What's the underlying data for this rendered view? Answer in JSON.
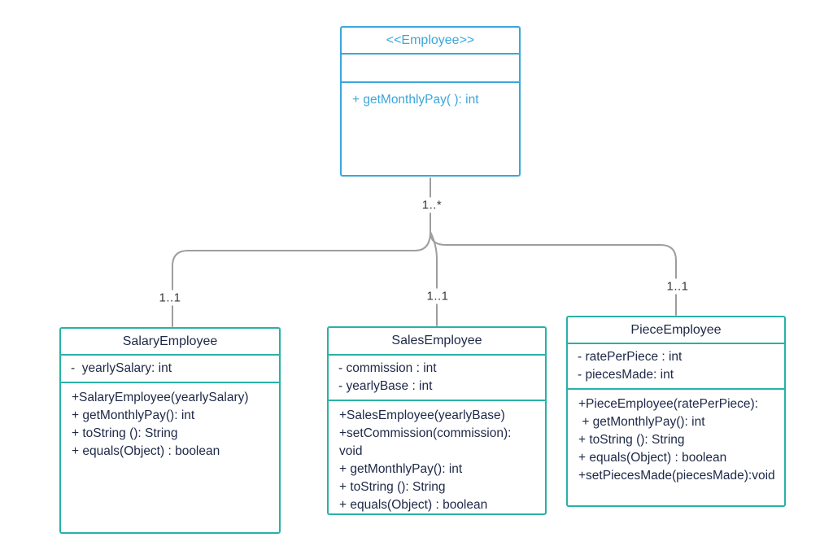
{
  "diagram": {
    "parent_class": {
      "name": "<<Employee>>",
      "attributes": [],
      "methods": [
        "+ getMonthlyPay( ): int"
      ]
    },
    "child_classes": [
      {
        "name": "SalaryEmployee",
        "attributes": [
          "-  yearlySalary: int"
        ],
        "methods": [
          "+SalaryEmployee(yearlySalary)",
          "+ getMonthlyPay(): int",
          "+ toString (): String",
          "+ equals(Object) : boolean"
        ]
      },
      {
        "name": "SalesEmployee",
        "attributes": [
          "- commission : int",
          "- yearlyBase : int"
        ],
        "methods": [
          "+SalesEmployee(yearlyBase)",
          "+setCommission(commission): void",
          "+ getMonthlyPay(): int",
          "+ toString (): String",
          "+ equals(Object) : boolean"
        ]
      },
      {
        "name": "PieceEmployee",
        "attributes": [
          "- ratePerPiece : int",
          "- piecesMade: int"
        ],
        "methods": [
          "+PieceEmployee(ratePerPiece):",
          " + getMonthlyPay(): int",
          "+ toString (): String",
          "+ equals(Object) : boolean",
          "+setPiecesMade(piecesMade):void"
        ]
      }
    ],
    "multiplicities": {
      "parent": "1..*",
      "children": [
        "1..1",
        "1..1",
        "1..1"
      ]
    },
    "colors": {
      "parent_accent": "#3ba7da",
      "child_accent": "#28b2a6",
      "connector": "#9e9e9e",
      "text": "#1e2847",
      "label_text": "#3a3a3a",
      "background": "#ffffff"
    }
  }
}
